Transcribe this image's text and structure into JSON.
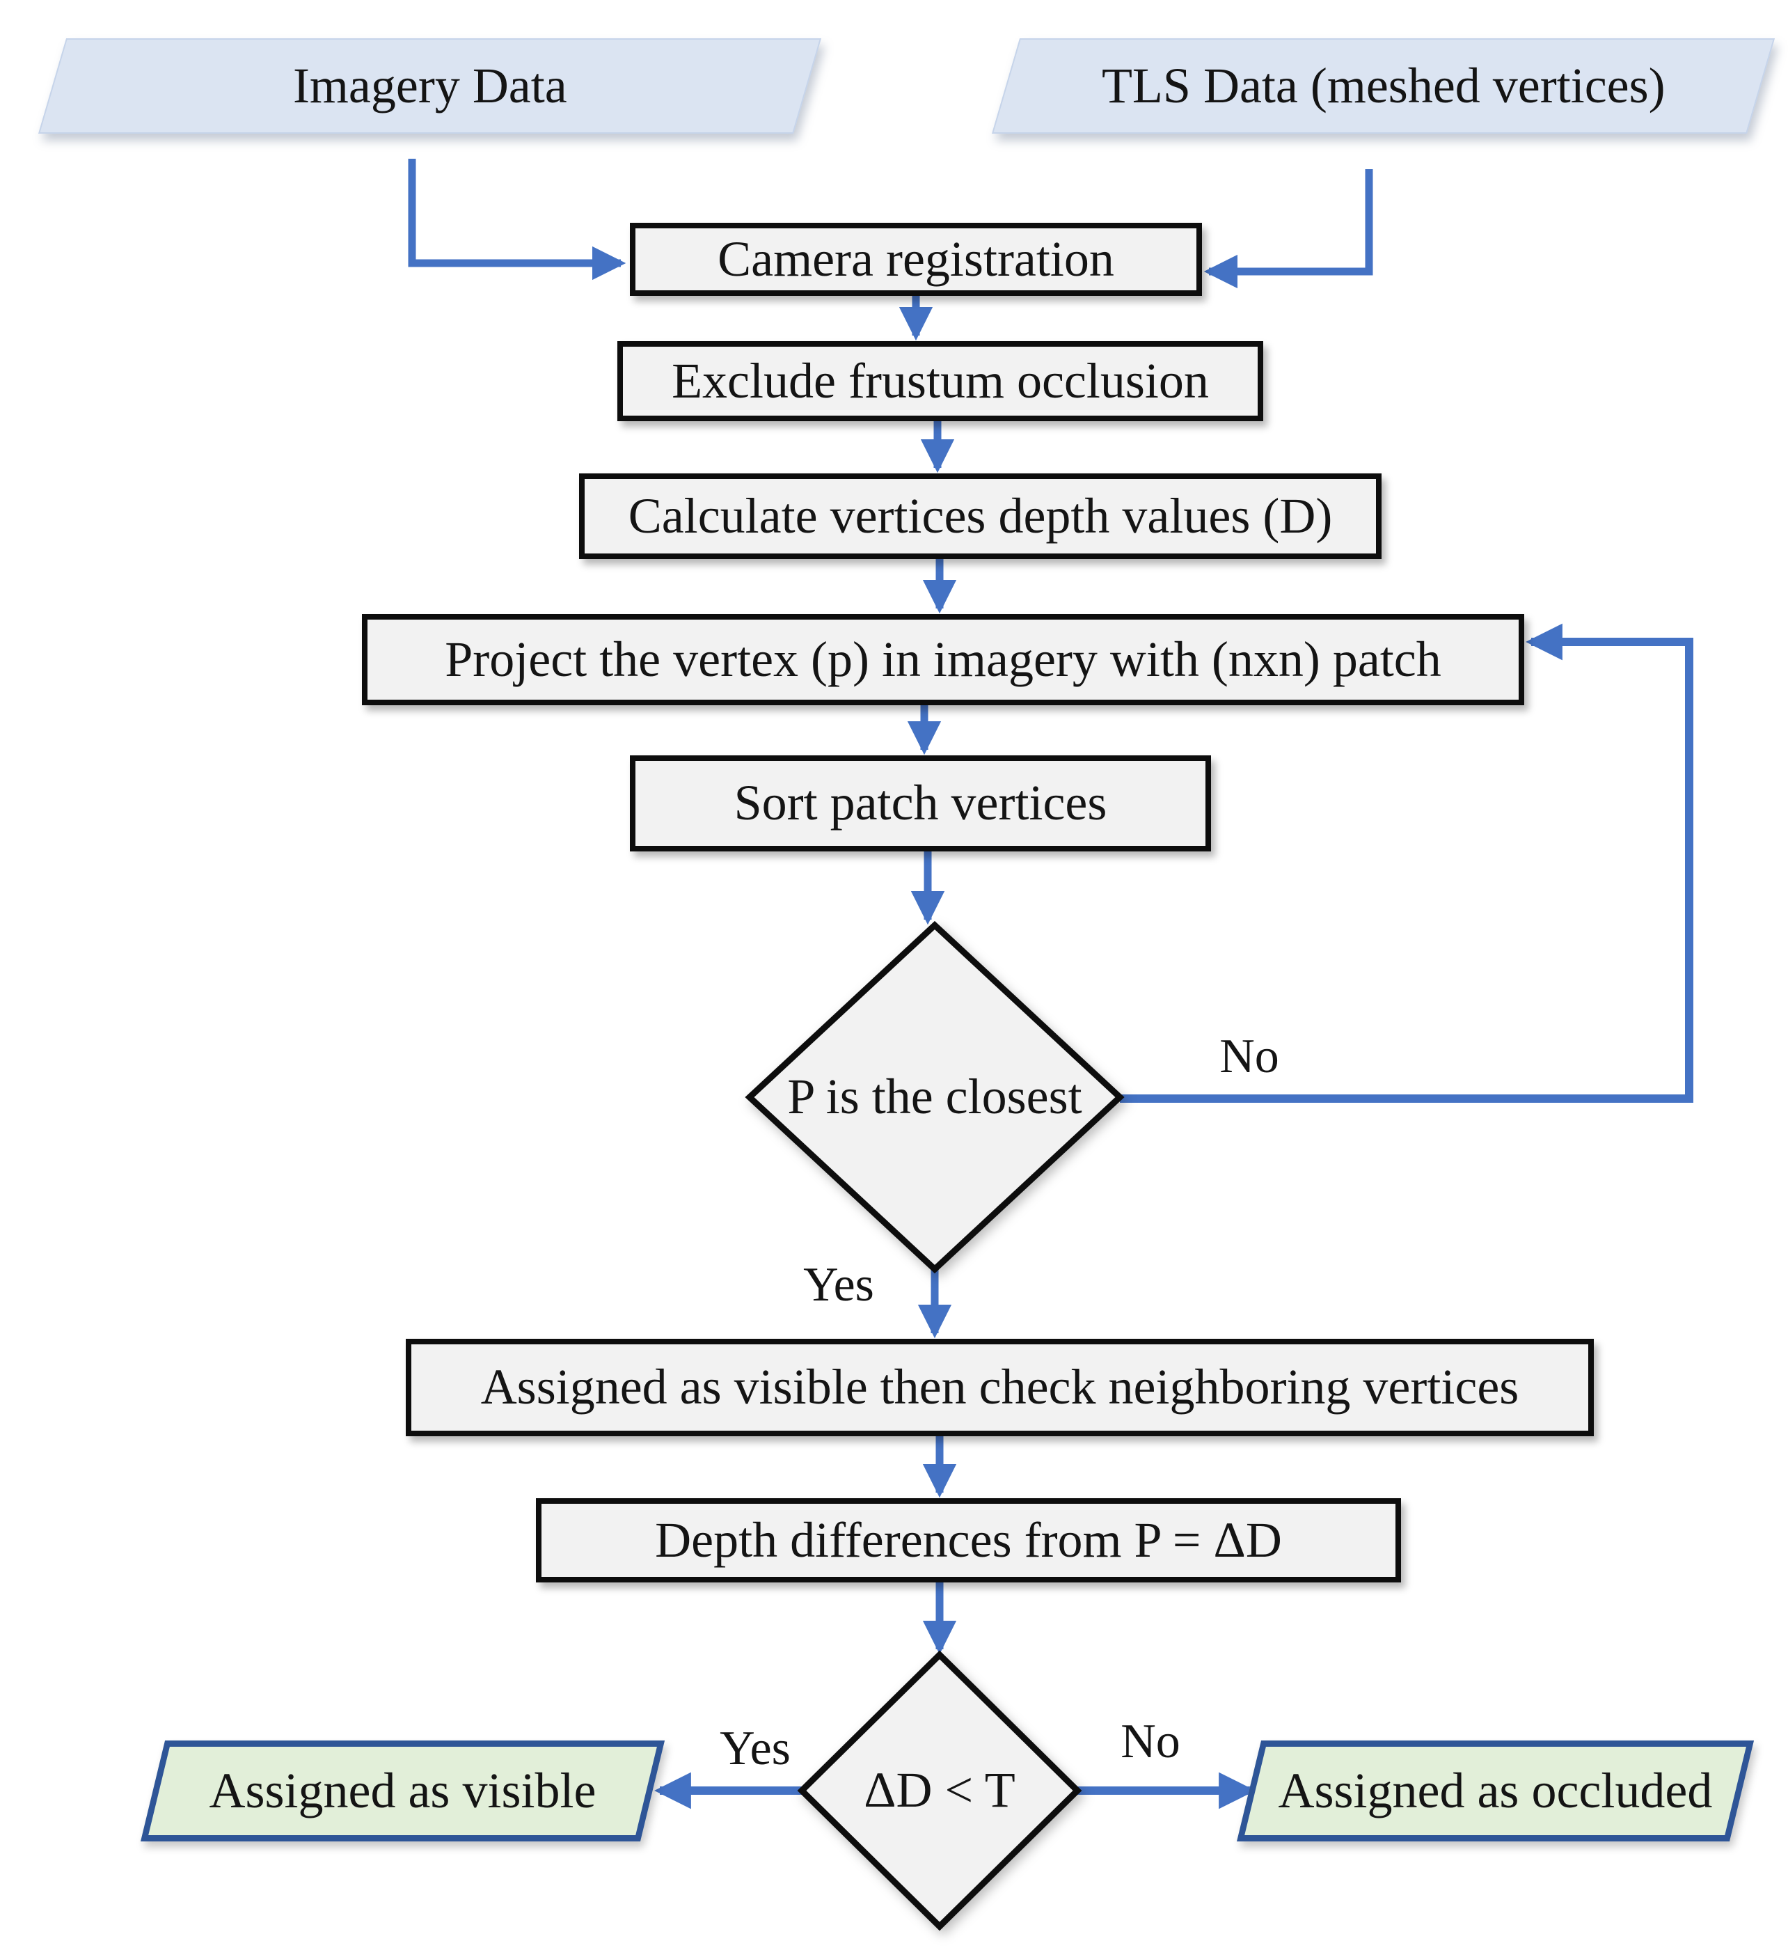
{
  "colors": {
    "arrow_blue": "#4472c4",
    "process_fill": "#f2f2f2",
    "process_border": "#0d0d0d",
    "data_fill": "#dbe4f2",
    "terminal_fill": "#e2efd9",
    "terminal_border": "#2e5597",
    "text": "#141414"
  },
  "nodes": {
    "imagery": {
      "label": "Imagery Data",
      "shape": "parallelogram"
    },
    "tls": {
      "label": "TLS Data (meshed vertices)",
      "shape": "parallelogram"
    },
    "camera": {
      "label": "Camera registration",
      "shape": "process"
    },
    "exclude": {
      "label": "Exclude frustum occlusion",
      "shape": "process"
    },
    "calculate": {
      "label": "Calculate vertices depth values (D)",
      "shape": "process"
    },
    "project": {
      "label": "Project the vertex (p) in imagery with (nxn) patch",
      "shape": "process"
    },
    "sort": {
      "label": "Sort patch vertices",
      "shape": "process"
    },
    "p_closest": {
      "label": "P is the closest",
      "shape": "decision"
    },
    "assign_check": {
      "label": "Assigned as visible then check neighboring vertices",
      "shape": "process"
    },
    "depth_diff": {
      "label": "Depth differences from P = ΔD",
      "shape": "process"
    },
    "threshold": {
      "label": "ΔD < T",
      "shape": "decision"
    },
    "visible": {
      "label": "Assigned as visible",
      "shape": "terminal"
    },
    "occluded": {
      "label": "Assigned as occluded",
      "shape": "terminal"
    }
  },
  "edge_labels": {
    "p_closest_no": "No",
    "p_closest_yes": "Yes",
    "threshold_yes": "Yes",
    "threshold_no": "No"
  }
}
